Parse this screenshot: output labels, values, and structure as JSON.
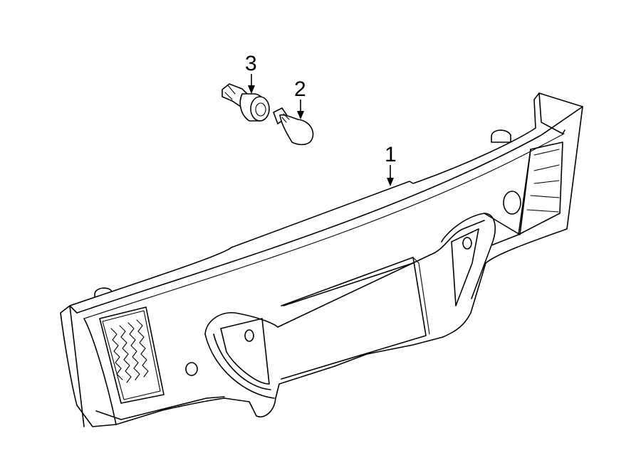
{
  "callouts": [
    {
      "label": "1",
      "part": "tail-lamp-assembly"
    },
    {
      "label": "2",
      "part": "bulb"
    },
    {
      "label": "3",
      "part": "socket"
    }
  ]
}
